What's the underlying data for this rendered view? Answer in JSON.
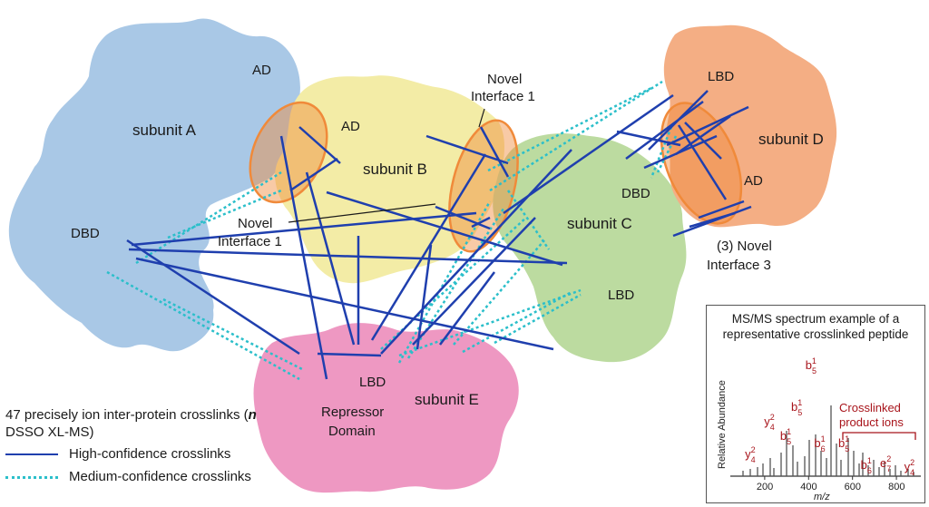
{
  "labels": {
    "subunit_a": "subunit A",
    "subunit_b": "subunit B",
    "subunit_c": "subunit C",
    "subunit_d": "subunit D",
    "subunit_e": "subunit E",
    "ad_a": "AD",
    "ad_b": "AD",
    "ad_d": "AD",
    "dbd_a": "DBD",
    "dbd_d": "DBD",
    "lbd_c": "LBD",
    "lbd_d": "LBD",
    "lbd_e": "LBD",
    "repressor_1": "Repressor",
    "repressor_2": "Domain",
    "novel1_top_1": "Novel",
    "novel1_top_2": "Interface 1",
    "novel1_left_1": "Novel",
    "novel1_left_2": "Interface 1",
    "novel3_1": "(3) Novel",
    "novel3_2": "Interface 3"
  },
  "legend": {
    "title": "47 precisely ion inter-protein crosslinks (",
    "title_italic": "n",
    "title_end": " DSSO XL-MS)",
    "high": "High-confidence crosslinks",
    "medium": "Medium-confidence crosslinks"
  },
  "colors": {
    "subunit_a": "#a9c8e6",
    "subunit_b": "#f3eca6",
    "subunit_c": "#bcdba0",
    "subunit_d": "#f4ae84",
    "subunit_e": "#ee98c2",
    "interface": "#f08a3a",
    "high_conf": "#1f3fae",
    "medium_conf": "#2bbfca",
    "ion_label": "#a8141b"
  },
  "inset": {
    "title_1": "MS/MS spectrum example of a",
    "title_2": "representative crosslinked peptide",
    "ylabel": "Relative Abundance",
    "xlabel": "m/z",
    "crosslinked_1": "Crosslinked",
    "crosslinked_2": "product ions",
    "x_ticks": [
      200,
      400,
      600,
      800
    ],
    "ions": [
      {
        "base": "y",
        "sub": "4",
        "sup": "2",
        "mz": 135
      },
      {
        "base": "y",
        "sub": "4",
        "sup": "2",
        "mz": 222
      },
      {
        "base": "b",
        "sub": "5",
        "sup": "1",
        "mz": 295
      },
      {
        "base": "b",
        "sub": "5",
        "sup": "1",
        "mz": 345
      },
      {
        "base": "b",
        "sub": "5",
        "sup": "1",
        "mz": 410
      },
      {
        "base": "b",
        "sub": "6",
        "sup": "1",
        "mz": 450
      },
      {
        "base": "b",
        "sub": "5",
        "sup": "1",
        "mz": 560
      },
      {
        "base": "b",
        "sub": "6",
        "sup": "1",
        "mz": 662
      },
      {
        "base": "e",
        "sub": "7",
        "sup": "2",
        "mz": 750
      },
      {
        "base": "y",
        "sub": "4",
        "sup": "2",
        "mz": 860
      }
    ]
  }
}
